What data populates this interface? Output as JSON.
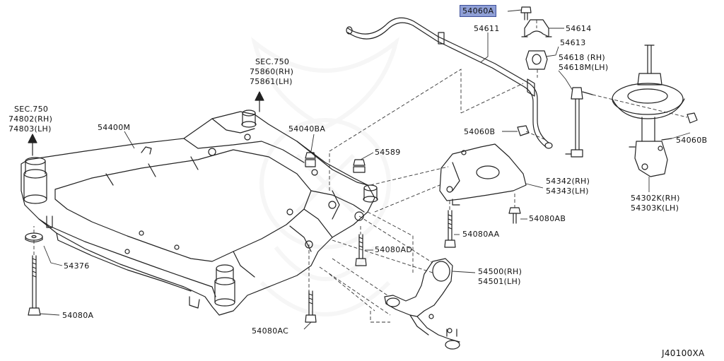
{
  "diagram_id": "J40100XA",
  "colors": {
    "line": "#222222",
    "highlight": "#8f9fd6",
    "watermark": "#888888"
  },
  "labels": {
    "p54060A": "54060A",
    "p54611": "54611",
    "p54614": "54614",
    "p54613": "54613",
    "p54618": "54618 (RH)",
    "p54618M": "54618M(LH)",
    "sec750_top_a": "SEC.750",
    "sec750_top_b": "75860(RH)",
    "sec750_top_c": "75861(LH)",
    "sec750_left_a": "SEC.750",
    "sec750_left_b": "74802(RH)",
    "sec750_left_c": "74803(LH)",
    "p54400M": "54400M",
    "p54040BA": "54040BA",
    "p54589": "54589",
    "p54060B_mid": "54060B",
    "p54060B_right": "54060B",
    "p54342": "54342(RH)",
    "p54343": "54343(LH)",
    "p54302K": "54302K(RH)",
    "p54303K": "54303K(LH)",
    "p54080AB": "54080AB",
    "p54080AA": "54080AA",
    "p54080AD": "54080AD",
    "p54376": "54376",
    "p54500": "54500(RH)",
    "p54501": "54501(LH)",
    "p54080A": "54080A",
    "p54080AC": "54080AC"
  }
}
